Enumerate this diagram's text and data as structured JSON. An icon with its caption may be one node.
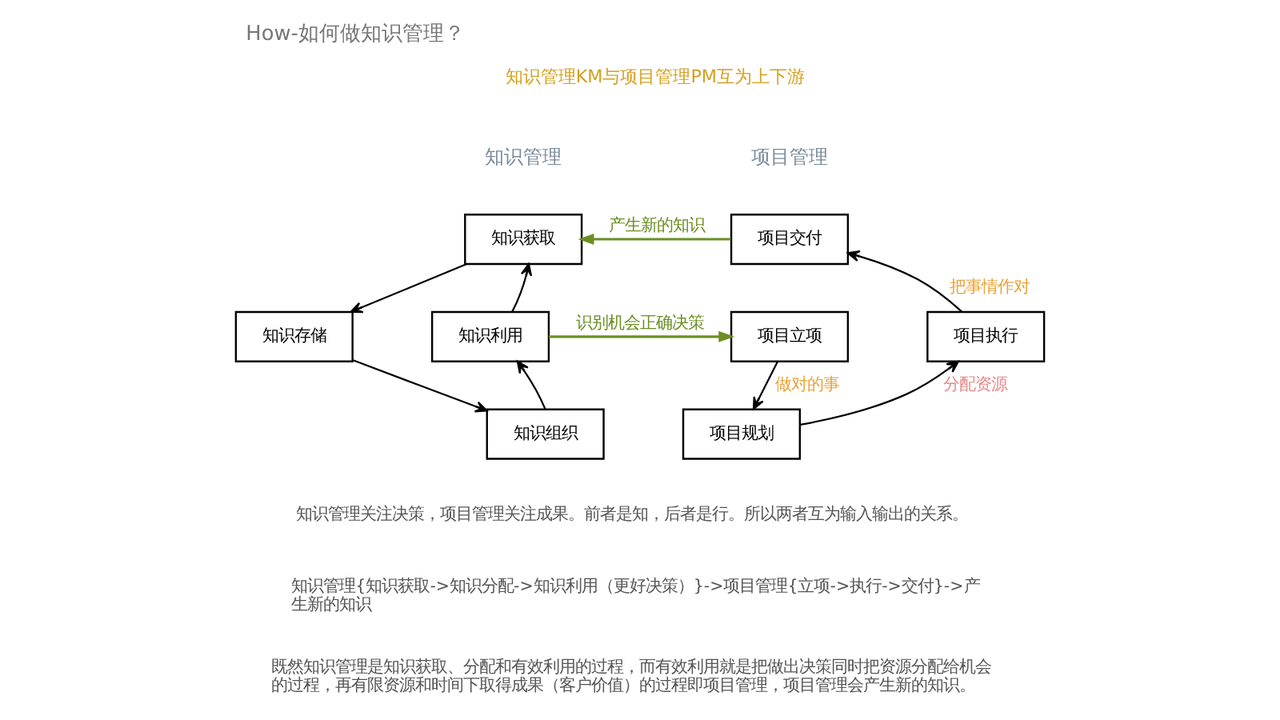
{
  "diagram": {
    "title": "How-如何做知识管理？",
    "nodes": [
      {
        "text": [
          "知识获取"
        ]
      },
      {
        "text": [
          "知识存储"
        ]
      },
      {
        "text": [
          "知识组织"
        ]
      },
      {
        "text": [
          "知识利用"
        ]
      },
      {
        "text": [
          "项目交付"
        ]
      },
      {
        "text": [
          "项目立项"
        ]
      },
      {
        "text": [
          "项目规划"
        ]
      },
      {
        "text": [
          "项目执行"
        ]
      }
    ],
    "edges": [
      {
        "from": 0,
        "to": 1,
        "arrow": "to"
      },
      {
        "from": 1,
        "to": 2,
        "arrow": "to"
      },
      {
        "from": 2,
        "to": 3,
        "arrow": "to"
      },
      {
        "from": 3,
        "to": 0,
        "arrow": "to"
      },
      {
        "from": 4,
        "to": 0,
        "arrow": "to",
        "label": "产生新的知识",
        "color": "#6b8e23"
      },
      {
        "from": 3,
        "to": 5,
        "arrow": "to",
        "label": "识别机会正确决策",
        "color": "#6b8e23"
      },
      {
        "from": 5,
        "to": 6,
        "arrow": "to",
        "label": "做对的事"
      },
      {
        "from": 6,
        "to": 7,
        "arrow": "to",
        "label": "分配资源"
      },
      {
        "from": 7,
        "to": 4,
        "arrow": "to",
        "label": "把事情作对"
      }
    ],
    "labels": [
      "知识管理KM与项目管理PM互为上下游",
      "知识管理",
      "项目管理",
      "知识管理关注决策，项目管理关注成果。前者是知，后者是行。所以两者互为输入输出的关系。",
      "知识管理{知识获取->知识分配->知识利用（更好决策）}->项目管理{立项->执行->交付}->产生新的知识",
      "既然知识管理是知识获取、分配和有效利用的过程，而有效利用就是把做出决策同时把资源分配给机会的过程，再有限资源和时间下取得成果（客户价值）的过程即项目管理，项目管理会产生新的知识。"
    ]
  }
}
